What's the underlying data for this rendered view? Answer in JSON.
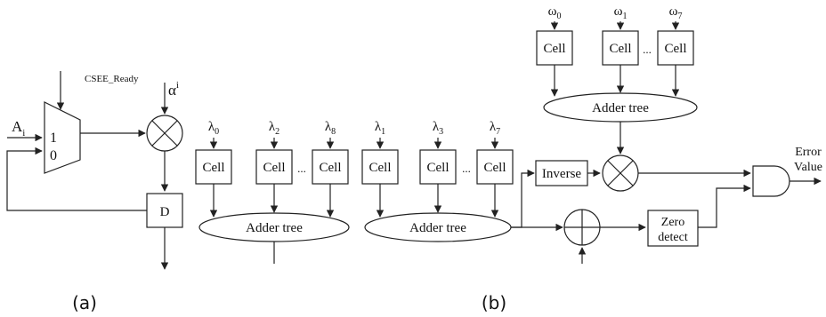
{
  "panel_a": {
    "input_label": "A",
    "input_sub": "i",
    "ready_label": "CSEE_Ready",
    "mux_in1": "1",
    "mux_in0": "0",
    "alpha": "α",
    "alpha_sup": "i",
    "delay_label": "D",
    "caption": "(a)"
  },
  "panel_b": {
    "cell": "Cell",
    "dots": "...",
    "adder_tree": "Adder tree",
    "inverse": "Inverse",
    "zero_detect_1": "Zero",
    "zero_detect_2": "detect",
    "output_1": "Error",
    "output_2": "Value",
    "caption": "(b)",
    "omega": "ω",
    "omega_subs": [
      "0",
      "1",
      "7"
    ],
    "lambda": "λ",
    "lambda_even_subs": [
      "0",
      "2",
      "8"
    ],
    "lambda_odd_subs": [
      "1",
      "3",
      "7"
    ]
  }
}
